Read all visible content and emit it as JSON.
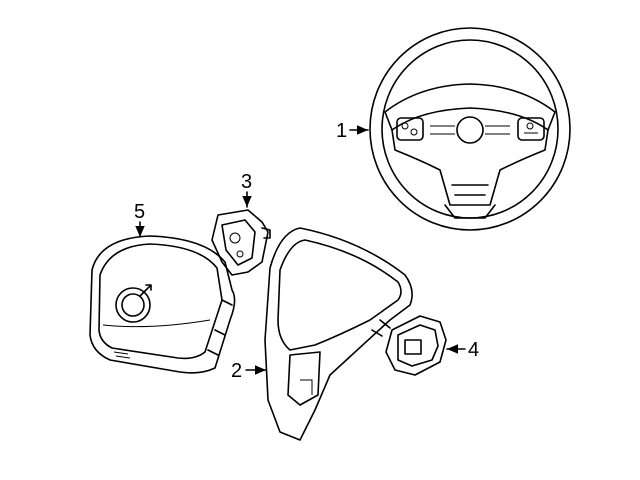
{
  "callouts": [
    {
      "number": "1",
      "part": "steering-wheel"
    },
    {
      "number": "2",
      "part": "trim-cover"
    },
    {
      "number": "3",
      "part": "left-switch"
    },
    {
      "number": "4",
      "part": "right-switch"
    },
    {
      "number": "5",
      "part": "airbag"
    }
  ]
}
